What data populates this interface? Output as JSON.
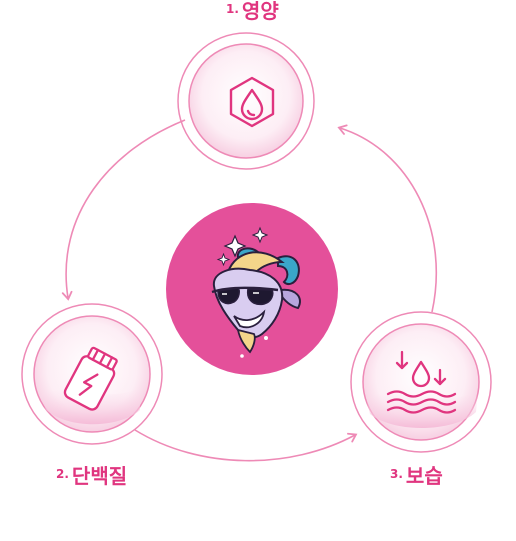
{
  "colors": {
    "accent": "#e0357f",
    "ring": "#ee8ab6",
    "center_fill": "#e4509a"
  },
  "steps": [
    {
      "number": "1.",
      "label": "영양",
      "icon": "water-drop-hexagon-icon"
    },
    {
      "number": "2.",
      "label": "단백질",
      "icon": "supplement-jar-icon"
    },
    {
      "number": "3.",
      "label": "보습",
      "icon": "moisture-waves-icon"
    }
  ],
  "center": {
    "icon": "goat-mascot-sunglasses-icon"
  }
}
